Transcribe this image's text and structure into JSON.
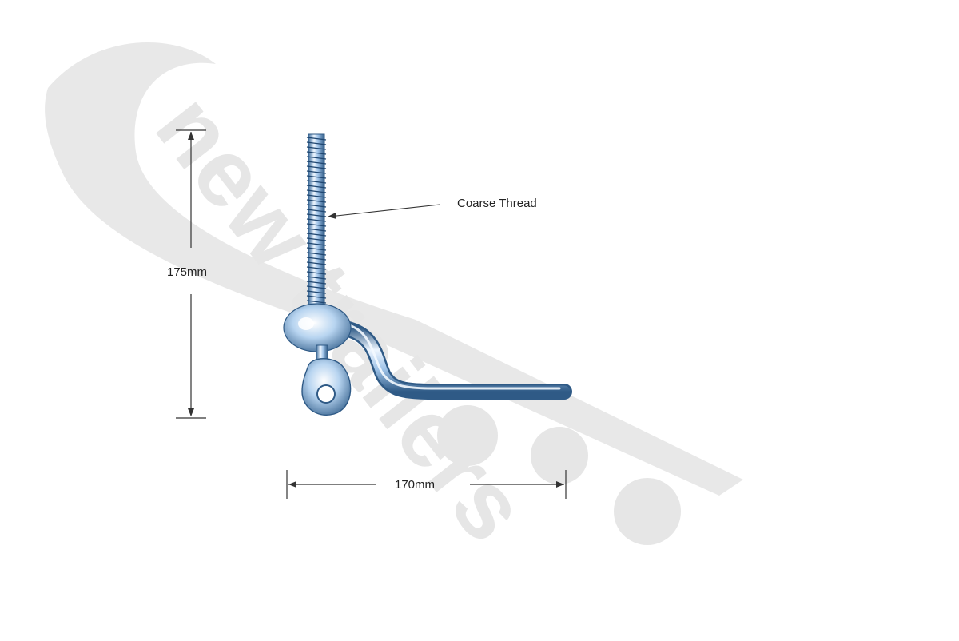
{
  "watermark": {
    "brand_text": "new trailers",
    "color": "#e6e6e6"
  },
  "product": {
    "name_hint": "hinge pin with coarse thread",
    "metal_light": "#eef6ff",
    "metal_mid": "#9fc3e8",
    "metal_dark": "#3f6f9f"
  },
  "annotations": {
    "thread_label": "Coarse Thread",
    "height_label": "175mm",
    "width_label": "170mm"
  }
}
